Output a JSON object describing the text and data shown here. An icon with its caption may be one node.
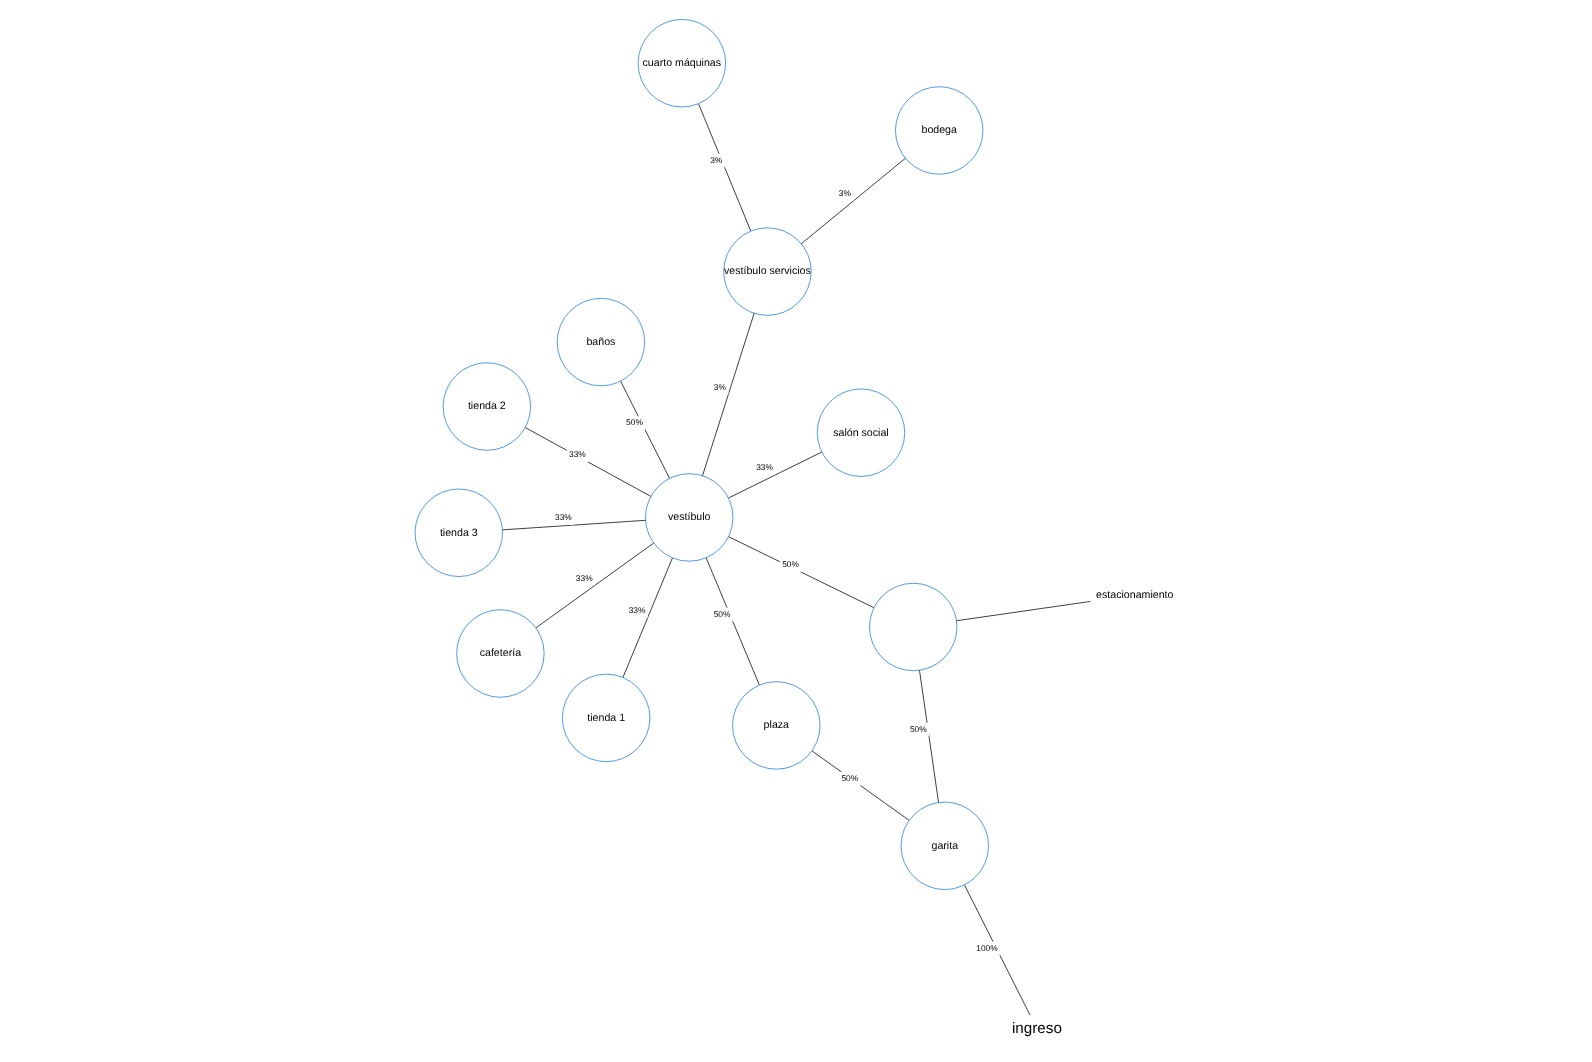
{
  "diagram": {
    "nodes": [
      {
        "text": [
          "tienda 3"
        ]
      },
      {
        "text": [
          "salón social"
        ]
      },
      {
        "text": [
          "tienda 1"
        ]
      },
      {
        "text": [
          "tienda 2"
        ]
      },
      {
        "text": [
          "cuarto máquinas"
        ]
      },
      {
        "text": [
          "plaza"
        ]
      },
      {
        "text": [
          "vestíbulo"
        ]
      },
      {
        "text": [
          "bodega"
        ]
      },
      {
        "text": [
          "cafetería"
        ]
      },
      {
        "text": [
          "ingreso"
        ]
      },
      {
        "text": [
          "garita"
        ]
      },
      {
        "text": [
          "vestíbulo servicios"
        ]
      },
      {
        "text": [],
        "shape": "circle"
      },
      {
        "text": [
          "estacionamiento"
        ]
      },
      {
        "text": [
          "baños"
        ]
      }
    ],
    "edges": [
      {
        "from": 9,
        "to": 10,
        "arrow": "none",
        "label": "100%"
      },
      {
        "from": 10,
        "to": 5,
        "arrow": "none",
        "label": "50%"
      },
      {
        "from": 10,
        "to": 12,
        "arrow": "none",
        "label": "50%"
      },
      {
        "from": 5,
        "to": 6,
        "arrow": "none",
        "label": "50%"
      },
      {
        "from": 12,
        "to": 6,
        "arrow": "none",
        "label": "50%"
      },
      {
        "from": 1,
        "to": 6,
        "arrow": "none",
        "label": "33%"
      },
      {
        "from": 0,
        "to": 6,
        "arrow": "none",
        "label": "33%"
      },
      {
        "from": 2,
        "to": 6,
        "arrow": "none",
        "label": "33%"
      },
      {
        "from": 3,
        "to": 6,
        "arrow": "none",
        "label": "33%"
      },
      {
        "from": 6,
        "to": 8,
        "arrow": "none",
        "label": "33%"
      },
      {
        "from": 6,
        "to": 14,
        "arrow": "none",
        "label": "50%"
      },
      {
        "from": 6,
        "to": 11,
        "arrow": "none",
        "label": "3%"
      },
      {
        "from": 4,
        "to": 11,
        "arrow": "none",
        "label": "3%"
      },
      {
        "from": 7,
        "to": 11,
        "arrow": "none",
        "label": "3%"
      },
      {
        "from": 13,
        "to": 12,
        "arrow": "none"
      }
    ]
  }
}
